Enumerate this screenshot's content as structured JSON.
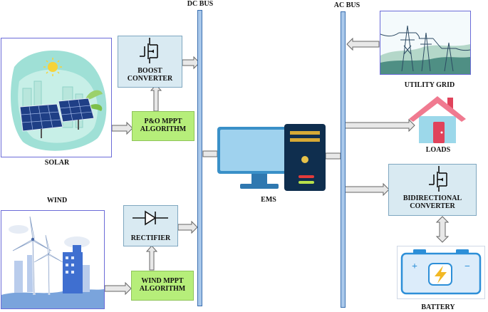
{
  "dc_bus": {
    "label": "DC BUS"
  },
  "ac_bus": {
    "label": "AC BUS"
  },
  "solar": {
    "label": "SOLAR"
  },
  "wind": {
    "label": "WIND"
  },
  "boost": {
    "line1": "BOOST",
    "line2": "CONVERTER"
  },
  "po_mppt": {
    "line1": "P&O MPPT",
    "line2": "ALGORITHM"
  },
  "rectifier": {
    "label": "RECTIFIER"
  },
  "wind_mppt": {
    "line1": "WIND MPPT",
    "line2": "ALGORITHM"
  },
  "ems": {
    "label": "EMS"
  },
  "utility_grid": {
    "label": "UTILITY GRID"
  },
  "loads": {
    "label": "LOADS"
  },
  "bidirectional": {
    "line1": "BIDIRECTIONAL",
    "line2": "CONVERTER"
  },
  "battery": {
    "label": "BATTERY",
    "plus": "+",
    "minus": "−"
  },
  "colors": {
    "bus": "#a9c8ea",
    "converter": "#d9eaf2",
    "mppt": "#b6ee7a",
    "frame": "#6b6bd8"
  }
}
